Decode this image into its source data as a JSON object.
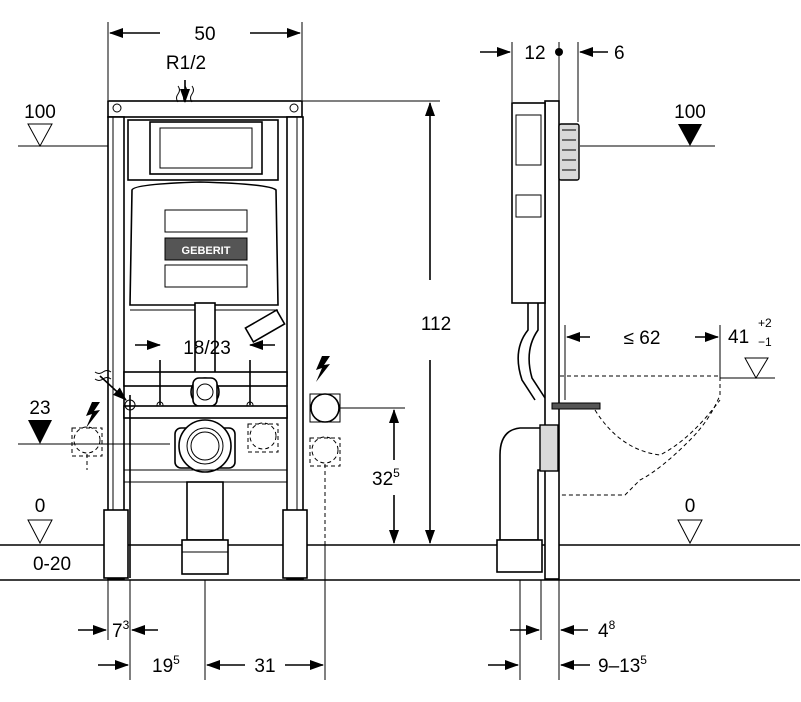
{
  "front": {
    "width": "50",
    "thread": "R1/2",
    "level_top": "100",
    "height_total": "112",
    "spacing": "18/23",
    "level_mid": "23",
    "height_mid_base": "32",
    "height_mid_sup": "5",
    "level_floor": "0",
    "floor_range": "0-20",
    "offset_a_base": "7",
    "offset_a_sup": "3",
    "offset_b_base": "19",
    "offset_b_sup": "5",
    "offset_c": "31",
    "brand": "GEBERIT"
  },
  "side": {
    "depth_a": "12",
    "depth_b": "6",
    "level_top": "100",
    "projection": "≤ 62",
    "bowl_height_base": "41",
    "bowl_height_sup": "+2",
    "bowl_height_sub": "−1",
    "level_floor": "0",
    "offset_d_base": "4",
    "offset_d_sup": "8",
    "offset_e_base": "9–13",
    "offset_e_sup": "5"
  }
}
